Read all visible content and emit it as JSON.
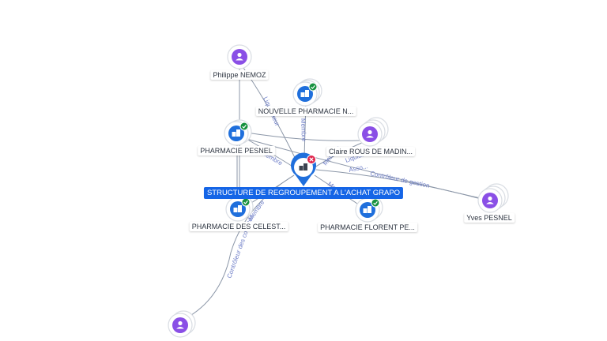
{
  "graph": {
    "main_node": {
      "label": "STRUCTURE DE REGROUPEMENT A L'ACHAT GRAPO",
      "type": "company",
      "status": "closed"
    },
    "nodes": {
      "philippe_nemoz": {
        "label": "Philippe NEMOZ",
        "type": "person"
      },
      "nouvelle_pharmacie": {
        "label": "NOUVELLE PHARMACIE N...",
        "type": "company",
        "status": "active"
      },
      "pharmacie_pesnel": {
        "label": "PHARMACIE PESNEL",
        "type": "company",
        "status": "active"
      },
      "claire_rous": {
        "label": "Claire ROUS DE MADIN...",
        "type": "person"
      },
      "yves_pesnel": {
        "label": "Yves PESNEL",
        "type": "person"
      },
      "pharmacie_celest": {
        "label": "PHARMACIE DES CELEST...",
        "type": "company",
        "status": "active"
      },
      "pharmacie_florent": {
        "label": "PHARMACIE FLORENT PE...",
        "type": "company",
        "status": "active"
      },
      "bottom_person": {
        "label": "",
        "type": "person"
      }
    },
    "edge_labels": {
      "liquidateur_1": "Liquidateur",
      "membre_1": "Membre",
      "membre_2": "Membre",
      "membre_3": "Membre",
      "liquidateur_2": "Liquidateur",
      "associe": "Asso...",
      "controleur_gestion": "Contrôleur de gestion",
      "controleur_comptes": "Contrôleur des comptes",
      "membre_4": "Membre",
      "membre_5": "Membre"
    }
  },
  "colors": {
    "person": "#8a4fe6",
    "company": "#1f6fdc",
    "main_label_bg": "#1565e6",
    "badge_active": "#17913f",
    "badge_closed": "#e0244b",
    "edge": "#8c97a8",
    "edge_label": "#6f7fc8"
  },
  "icons": {
    "person": "person-icon",
    "company": "building-icon",
    "active": "check-badge-icon",
    "closed": "close-badge-icon"
  }
}
